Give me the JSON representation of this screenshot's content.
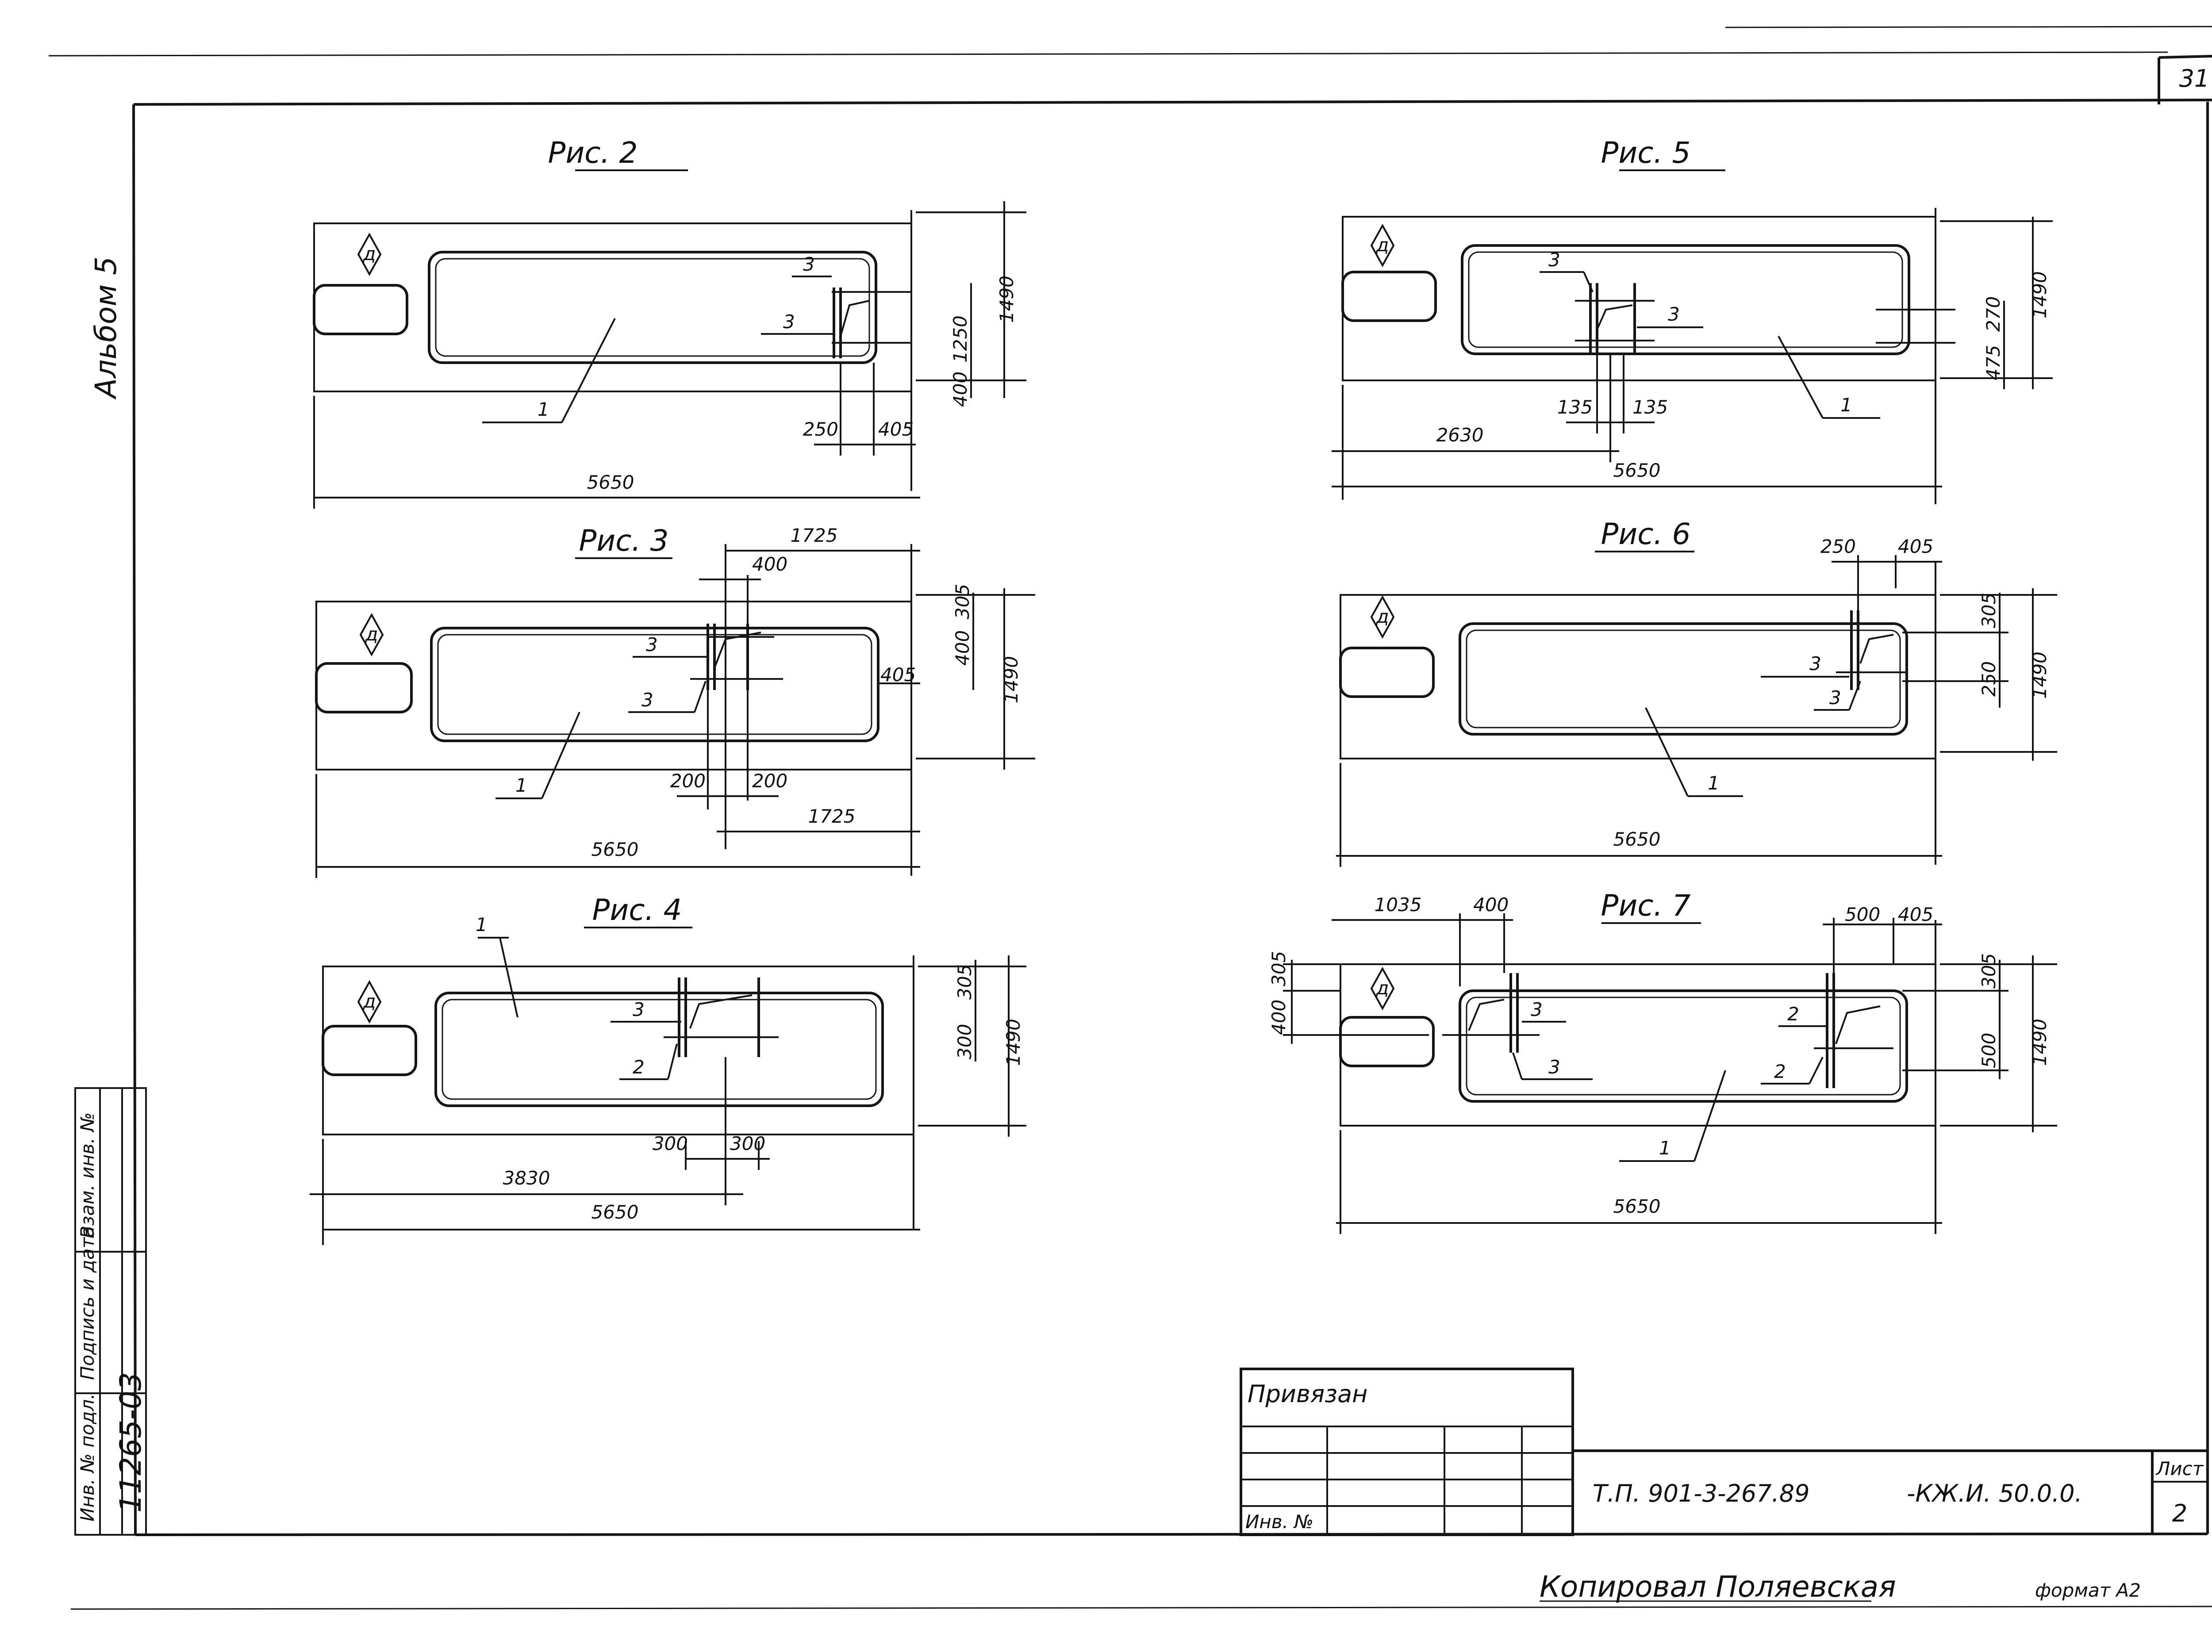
{
  "sheet": {
    "number": "31",
    "side_label": "Альбом 5",
    "copied_by": "Копировал  Поляевская",
    "format": "формат А2"
  },
  "stamp_left": {
    "cols": [
      "Инв. № подл.",
      "Подпись и дата",
      "Взам. инв. №"
    ],
    "value": "11265-03"
  },
  "title_block": {
    "bound": "Привязан",
    "inv_no": "Инв. №",
    "code": "Т.П.  901-3-267.89",
    "mark": "-КЖ.И. 50.0.0.",
    "sheet_label": "Лист",
    "sheet_no": "2"
  },
  "figures": {
    "fig2": {
      "caption": "Рис. 2",
      "total_length": "5650",
      "height": "1490",
      "dims": [
        "250",
        "405",
        "400",
        "1250"
      ],
      "callouts": [
        "1",
        "3",
        "3"
      ]
    },
    "fig3": {
      "caption": "Рис. 3",
      "total_length": "5650",
      "height": "1490",
      "dims": [
        "1725",
        "400",
        "405",
        "400",
        "305",
        "200",
        "200",
        "1725"
      ],
      "callouts": [
        "1",
        "3",
        "3"
      ]
    },
    "fig4": {
      "caption": "Рис. 4",
      "total_length": "5650",
      "height": "1490",
      "dims": [
        "3830",
        "300",
        "300",
        "300",
        "305"
      ],
      "callouts": [
        "1",
        "3",
        "2"
      ]
    },
    "fig5": {
      "caption": "Рис. 5",
      "total_length": "5650",
      "height": "1490",
      "dims": [
        "2630",
        "135",
        "135",
        "475",
        "270"
      ],
      "callouts": [
        "1",
        "3",
        "3"
      ]
    },
    "fig6": {
      "caption": "Рис. 6",
      "total_length": "5650",
      "height": "1490",
      "dims": [
        "250",
        "405",
        "250",
        "305"
      ],
      "callouts": [
        "1",
        "3",
        "3"
      ]
    },
    "fig7": {
      "caption": "Рис. 7",
      "total_length": "5650",
      "height": "1490",
      "dims": [
        "1035",
        "400",
        "500",
        "405",
        "400",
        "305",
        "500",
        "305"
      ],
      "callouts": [
        "1",
        "2",
        "2",
        "3",
        "3"
      ]
    }
  }
}
